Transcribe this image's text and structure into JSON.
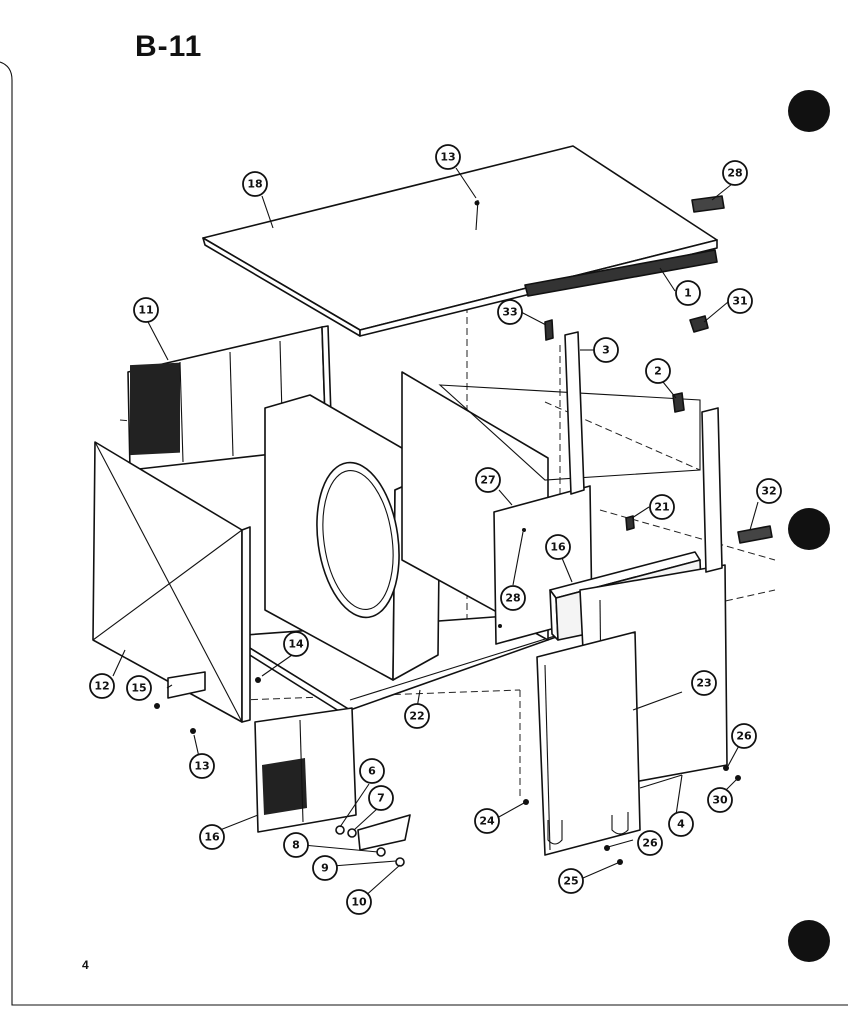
{
  "page": {
    "title": "B-11",
    "page_number": "4"
  },
  "callouts": [
    {
      "id": "c1",
      "label": "1"
    },
    {
      "id": "c2",
      "label": "2"
    },
    {
      "id": "c3",
      "label": "3"
    },
    {
      "id": "c4",
      "label": "4"
    },
    {
      "id": "c6",
      "label": "6"
    },
    {
      "id": "c7",
      "label": "7"
    },
    {
      "id": "c8",
      "label": "8"
    },
    {
      "id": "c9",
      "label": "9"
    },
    {
      "id": "c10",
      "label": "10"
    },
    {
      "id": "c11",
      "label": "11"
    },
    {
      "id": "c12",
      "label": "12"
    },
    {
      "id": "c13a",
      "label": "13"
    },
    {
      "id": "c13b",
      "label": "13"
    },
    {
      "id": "c14",
      "label": "14"
    },
    {
      "id": "c15",
      "label": "15"
    },
    {
      "id": "c16a",
      "label": "16"
    },
    {
      "id": "c16b",
      "label": "16"
    },
    {
      "id": "c18",
      "label": "18"
    },
    {
      "id": "c21",
      "label": "21"
    },
    {
      "id": "c22",
      "label": "22"
    },
    {
      "id": "c23",
      "label": "23"
    },
    {
      "id": "c24",
      "label": "24"
    },
    {
      "id": "c25",
      "label": "25"
    },
    {
      "id": "c26a",
      "label": "26"
    },
    {
      "id": "c26b",
      "label": "26"
    },
    {
      "id": "c27",
      "label": "27"
    },
    {
      "id": "c28a",
      "label": "28"
    },
    {
      "id": "c28b",
      "label": "28"
    },
    {
      "id": "c30",
      "label": "30"
    },
    {
      "id": "c31",
      "label": "31"
    },
    {
      "id": "c32",
      "label": "32"
    },
    {
      "id": "c33",
      "label": "33"
    }
  ]
}
